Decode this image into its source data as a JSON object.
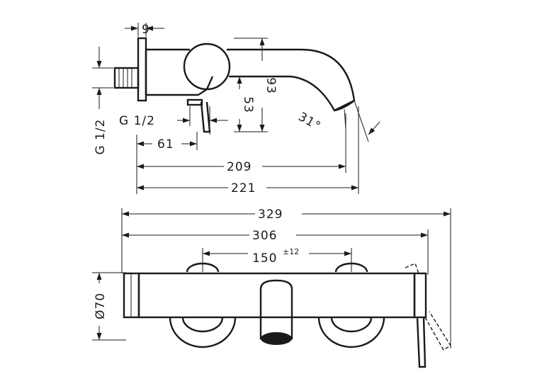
{
  "drawing": {
    "side_view": {
      "dim_top": "9",
      "dim_height": "93",
      "dim_lever": "53",
      "dim_angle": "31°",
      "dim_inlet": "G 1/2",
      "dim_outlet": "G 1/2",
      "dim_61": "61",
      "dim_209": "209",
      "dim_221": "221"
    },
    "top_view": {
      "dim_329": "329",
      "dim_306": "306",
      "dim_150": "150",
      "dim_150_tol": "±12",
      "dim_diameter": "Ø70"
    }
  }
}
